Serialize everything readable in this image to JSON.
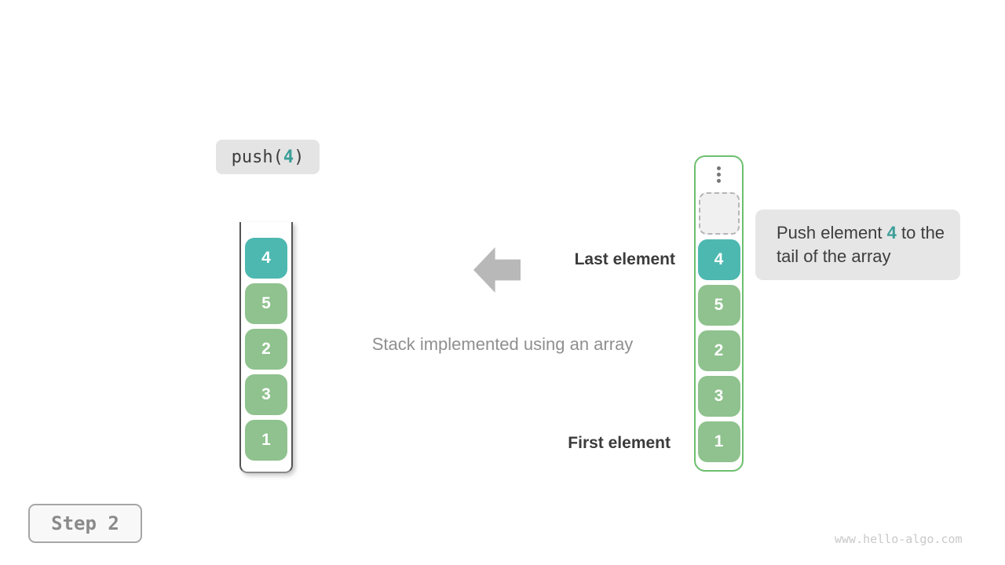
{
  "colors": {
    "teal": "#4db8b0",
    "teal_text": "#3b9e98",
    "green": "#8fc28e",
    "green_border": "#6dbf6e",
    "arrow_gray": "#b8b8b8"
  },
  "push_label": {
    "prefix": "push(",
    "arg": "4",
    "suffix": ")"
  },
  "stacks": {
    "left": {
      "cells": [
        {
          "value": "4"
        },
        {
          "value": "5"
        },
        {
          "value": "2"
        },
        {
          "value": "3"
        },
        {
          "value": "1"
        }
      ]
    },
    "right": {
      "cells": [
        {
          "value": "4"
        },
        {
          "value": "5"
        },
        {
          "value": "2"
        },
        {
          "value": "3"
        },
        {
          "value": "1"
        }
      ]
    }
  },
  "labels": {
    "last_element": "Last element",
    "caption": "Stack implemented using an array",
    "first_element": "First element"
  },
  "tooltip": {
    "prefix": "Push element ",
    "value": "4",
    "suffix": " to the tail of the array"
  },
  "step_badge": "Step 2",
  "watermark": "www.hello-algo.com"
}
